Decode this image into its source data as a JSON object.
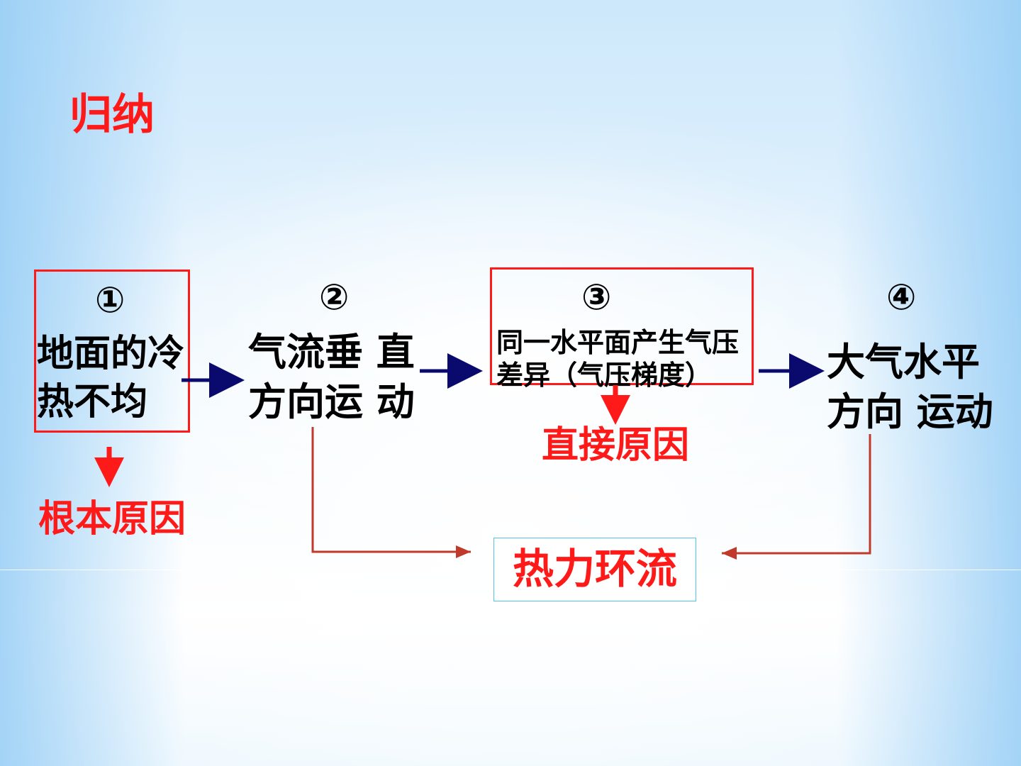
{
  "title": "归纳",
  "steps": [
    {
      "number": "①",
      "lines": [
        "地面的冷",
        "热不均"
      ]
    },
    {
      "number": "②",
      "lines": [
        "气流垂 直",
        "方向运 动"
      ]
    },
    {
      "number": "③",
      "lines": [
        "同一水平面产生气压",
        "差异（气压梯度）"
      ]
    },
    {
      "number": "④",
      "lines": [
        "大气水平",
        "方向 运动"
      ]
    }
  ],
  "labels": {
    "root_cause": "根本原因",
    "direct_cause": "直接原因"
  },
  "result": "热力环流",
  "colors": {
    "accent_red": "#ff1a1a",
    "arrow_navy": "#0a0a6e",
    "connector_brown": "#c0392b",
    "result_border": "#4fc6e8"
  }
}
